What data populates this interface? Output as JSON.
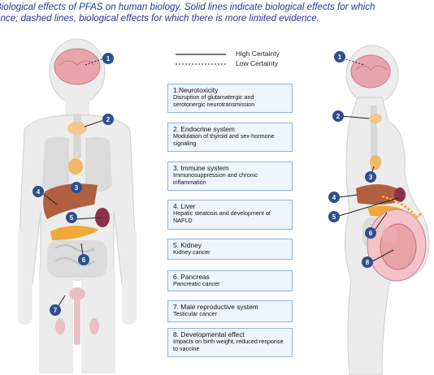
{
  "caption": {
    "line1": "Biological effects of PFAS on human biology.  Solid lines indicate biological effects for which",
    "line2": "ence; dashed lines, biological effects for which there is more limited evidence."
  },
  "legend": {
    "high": "High Certainty",
    "low": "Low Certainty"
  },
  "effects": [
    {
      "title": "1.Neurotoxicity",
      "desc": "Disruption of glutamatergic and serotonergic neurotransmission"
    },
    {
      "title": "2. Endocrine system",
      "desc": "Modulation of thyroid and sex-hormone signaling"
    },
    {
      "title": "3. Immune system",
      "desc": "Immunosuppression and chronic inflammation"
    },
    {
      "title": "4. Liver",
      "desc": "Hepatic steatosis and development of NAFLD"
    },
    {
      "title": "5. Kidney",
      "desc": "Kidney cancer"
    },
    {
      "title": "6. Pancreas",
      "desc": "Pancreatic cancer"
    },
    {
      "title": "7. Male reproductive system",
      "desc": "Testicular cancer"
    },
    {
      "title": "8. Developmental effect",
      "desc": "Impacts on birth weight, reduced response to vaccine"
    }
  ],
  "markers": {
    "m1": "1",
    "m2": "2",
    "m3": "3",
    "m4": "4",
    "m5": "5",
    "m6": "6",
    "m7": "7",
    "m8": "8"
  },
  "colors": {
    "caption": "#1f3a93",
    "marker": "#2d4f8f",
    "box_border": "#8fb3d9",
    "box_fill": "#eef5fc",
    "brain": "#e7a5ab",
    "thyroid": "#f3c888",
    "liver": "#b0603f",
    "pancreas": "#f0a83a",
    "body": "#ececec"
  }
}
